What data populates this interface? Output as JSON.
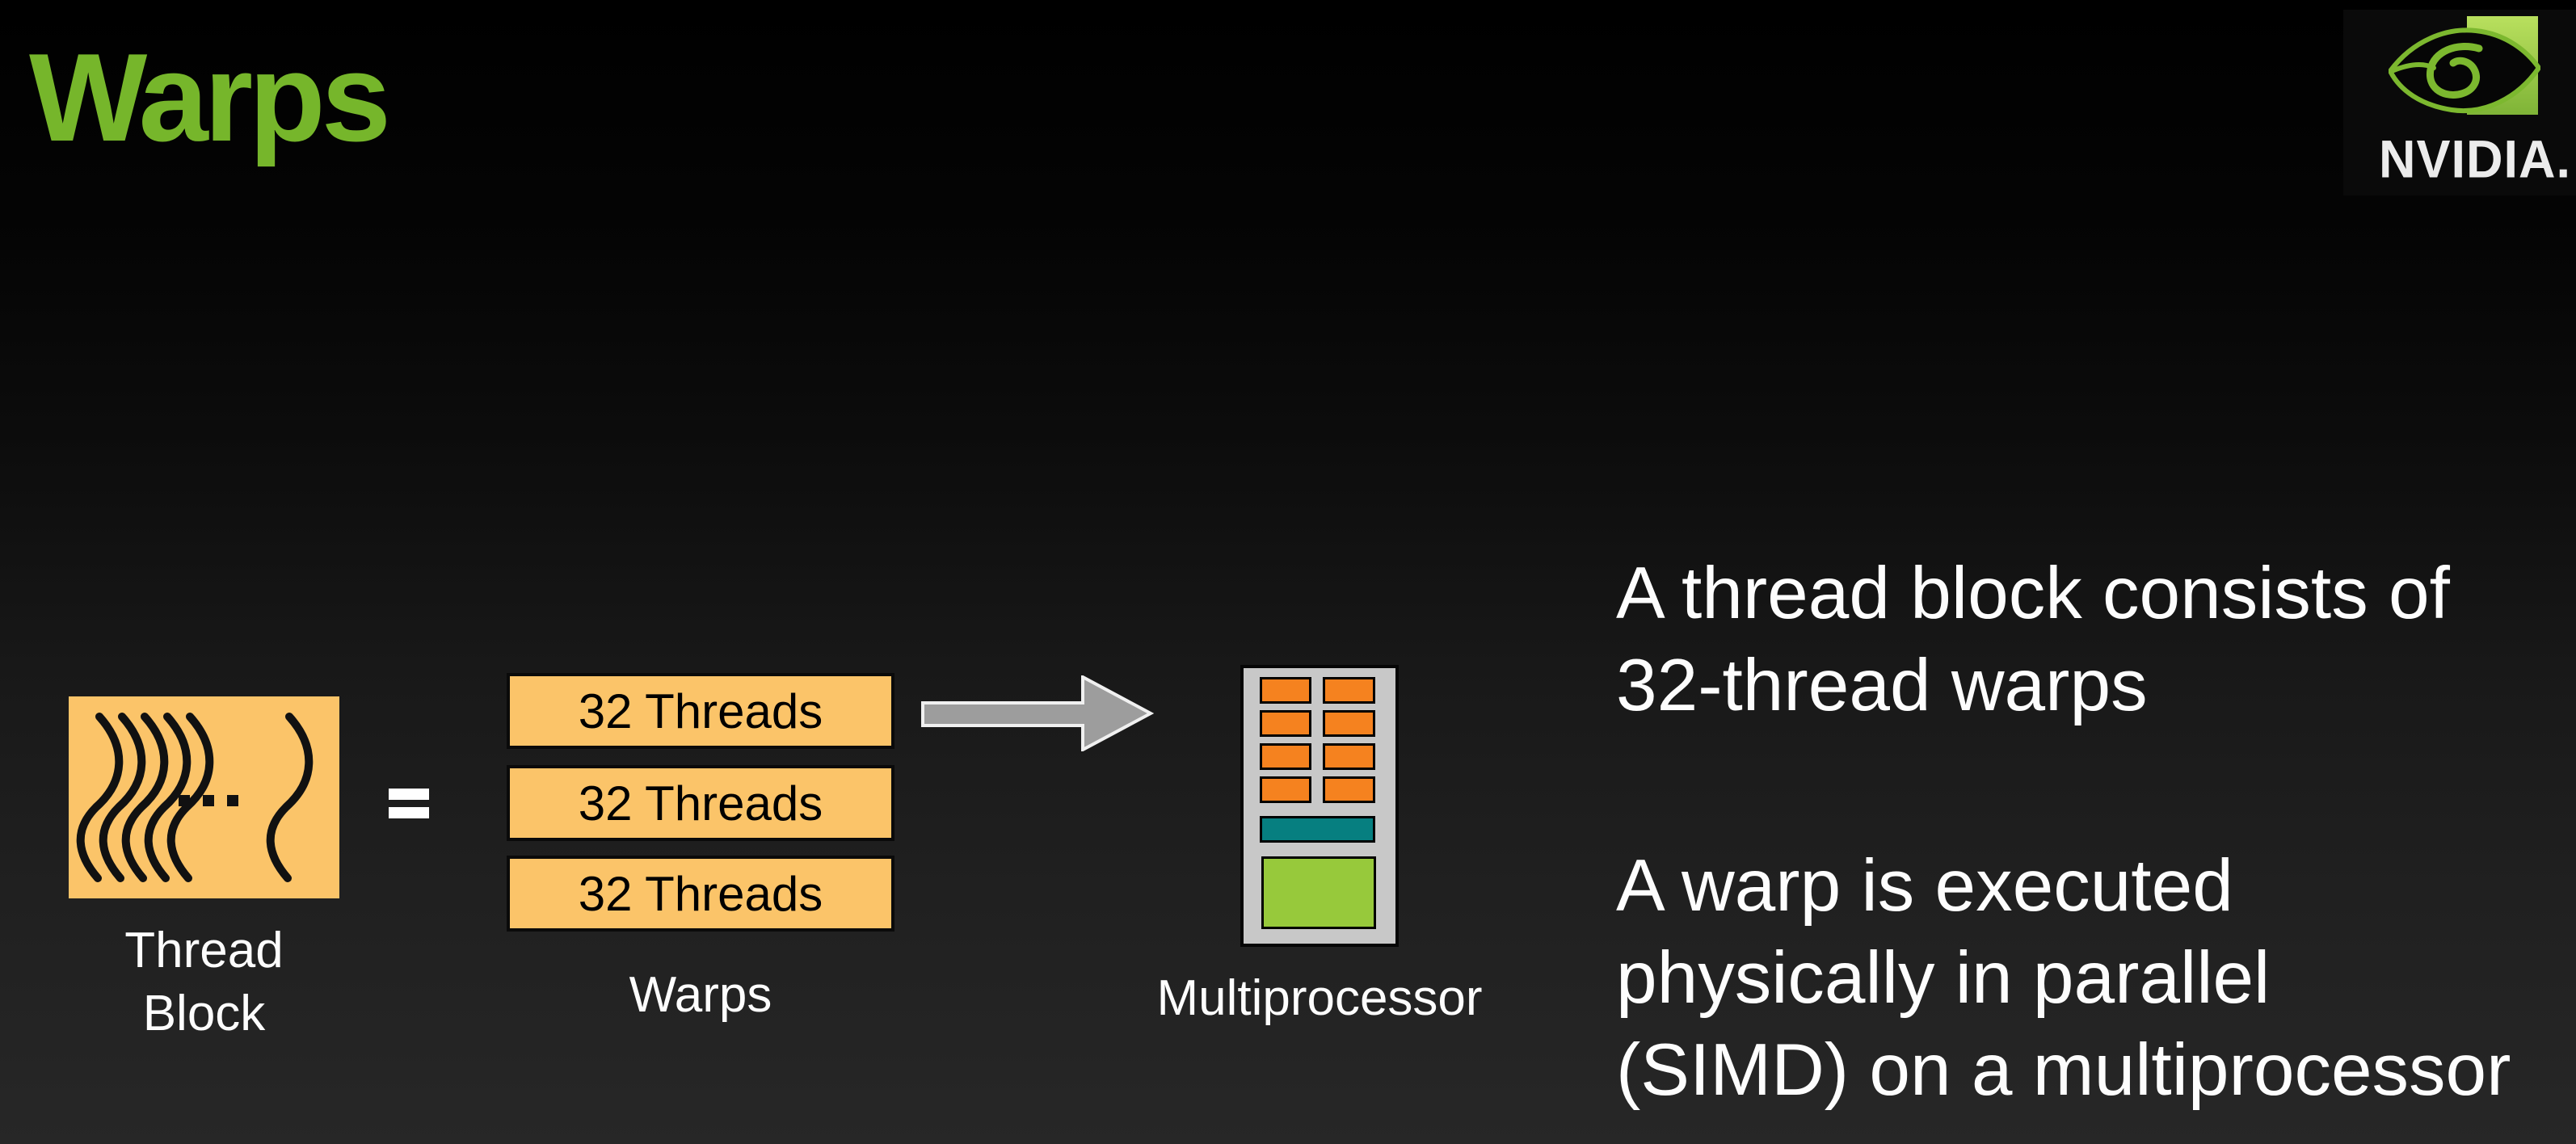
{
  "title": "Warps",
  "logo": {
    "brand": "NVIDIA.",
    "green": "#76b900"
  },
  "diagram": {
    "thread_block": {
      "label": [
        "Thread",
        "Block"
      ],
      "ellipsis": "...",
      "fill": "#fbc469",
      "wave_count": 6
    },
    "equals": "=",
    "warps": {
      "bars": [
        "32 Threads",
        "32 Threads",
        "32 Threads"
      ],
      "label": "Warps",
      "fill": "#fbc469"
    },
    "arrow_color": "#9d9d9d",
    "multiprocessor": {
      "label": "Multiprocessor",
      "body_gray": "#c8c8c8",
      "core_grid": {
        "rows": 4,
        "cols": 2,
        "cell_color": "#f5821f"
      },
      "teal_bar_color": "#067f80",
      "green_block_color": "#97c93b"
    }
  },
  "text": {
    "para1": [
      "A thread block consists of",
      "32-thread warps"
    ],
    "para2": [
      "A warp is executed",
      "physically in parallel",
      "(SIMD) on a multiprocessor"
    ]
  },
  "colors": {
    "title_green": "#76b62b",
    "background_top": "#000000",
    "background_bottom": "#272727",
    "text_white": "#fdfdfd"
  }
}
